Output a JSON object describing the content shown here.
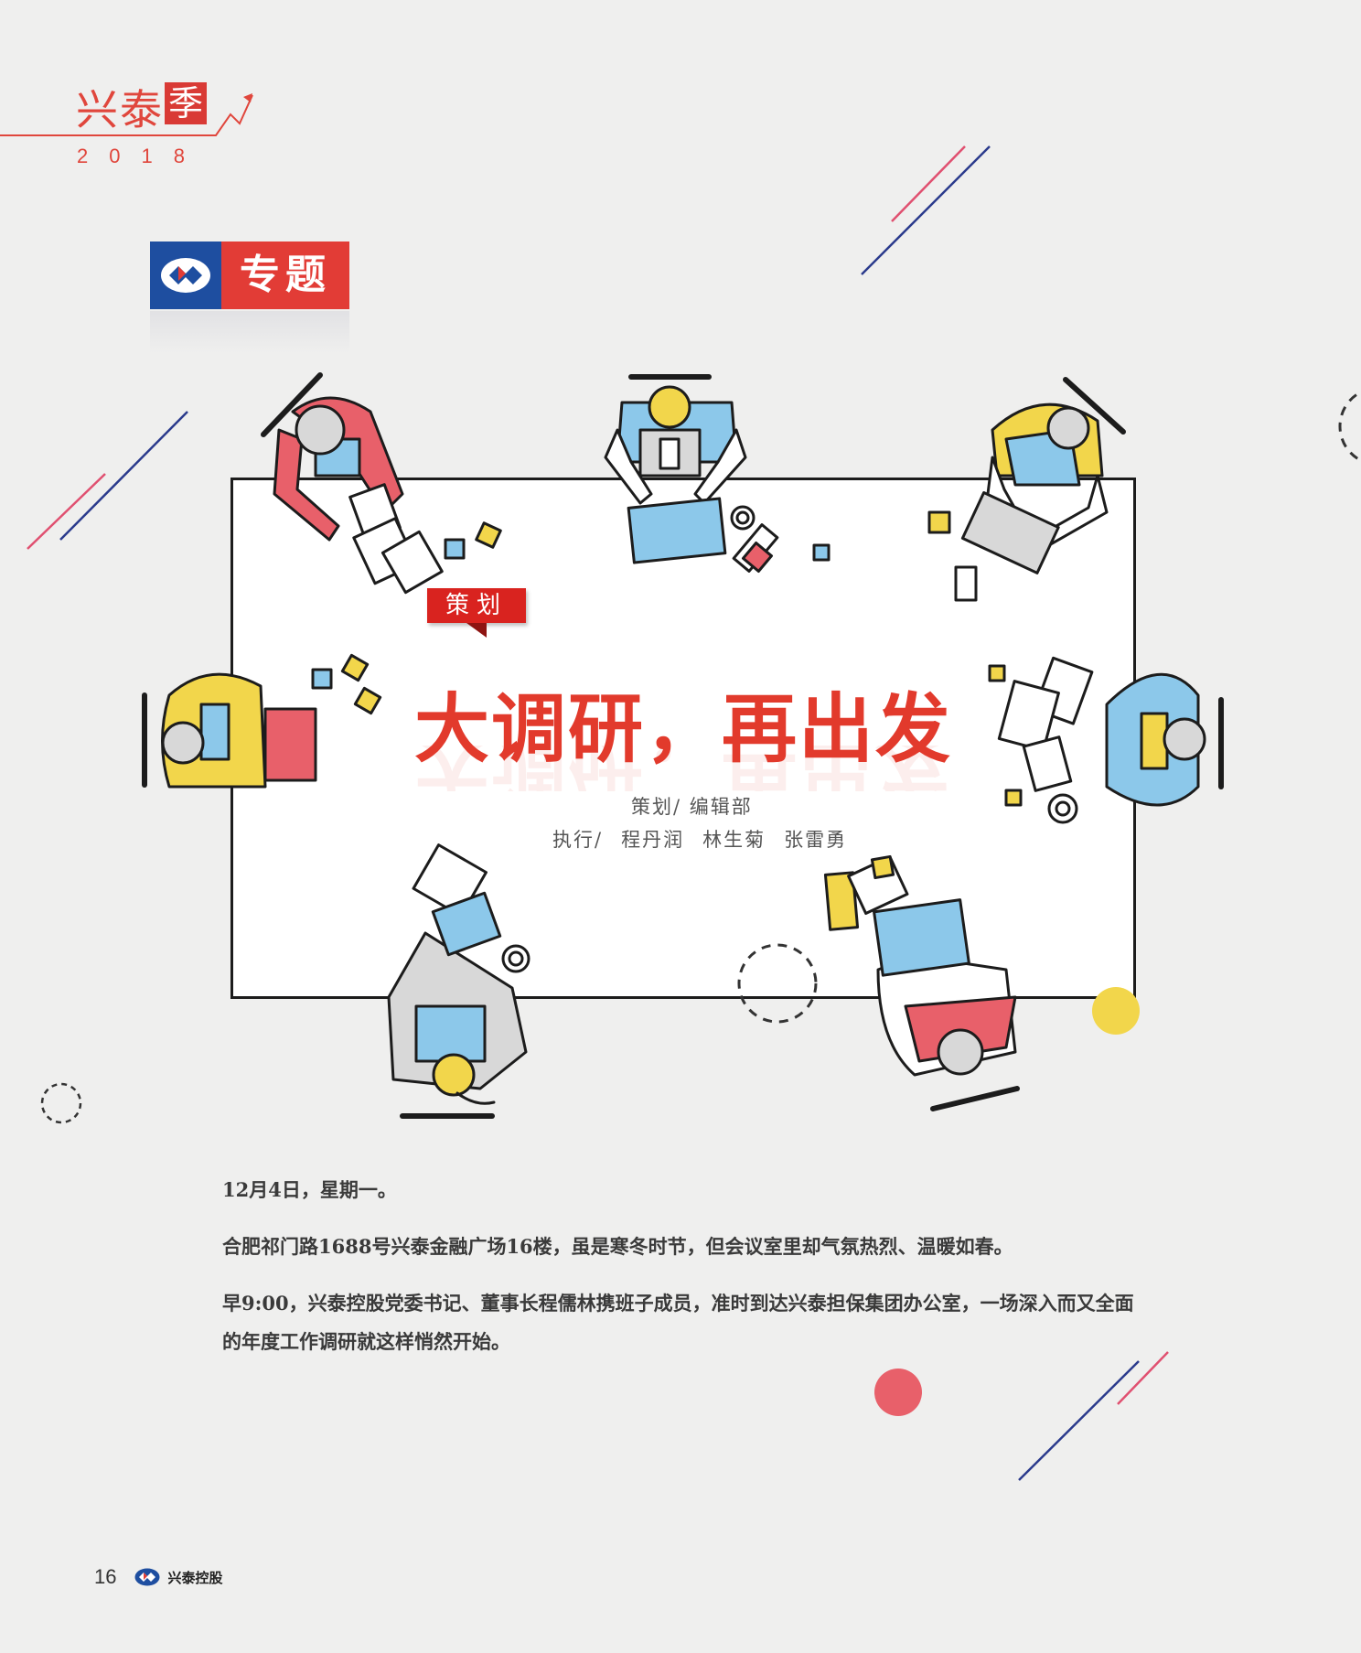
{
  "masthead": {
    "title": "兴泰",
    "seal": "季",
    "year": "2018"
  },
  "section": {
    "label": "专题",
    "logo_icon": "xingtai-logo-icon"
  },
  "feature": {
    "tag": "策划",
    "headline": "大调研，再出发",
    "credit_planning": "策划/ 编辑部",
    "credit_exec_label": "执行/",
    "credit_exec_names": [
      "程丹润",
      "林生菊",
      "张雷勇"
    ]
  },
  "body": {
    "paragraphs": [
      "12月4日，星期一。",
      "合肥祁门路1688号兴泰金融广场16楼，虽是寒冬时节，但会议室里却气氛热烈、温暖如春。",
      "早9:00，兴泰控股党委书记、董事长程儒林携班子成员，准时到达兴泰担保集团办公室，一场深入而又全面的年度工作调研就这样悄然开始。"
    ]
  },
  "footer": {
    "page_number": "16",
    "brand": "兴泰控股"
  },
  "colors": {
    "red": "#e23c36",
    "blue": "#1e4ea0",
    "yellow": "#f2d64b",
    "light_blue": "#8cc8ea",
    "coral": "#e86a6a",
    "gray": "#d8d8d8"
  }
}
